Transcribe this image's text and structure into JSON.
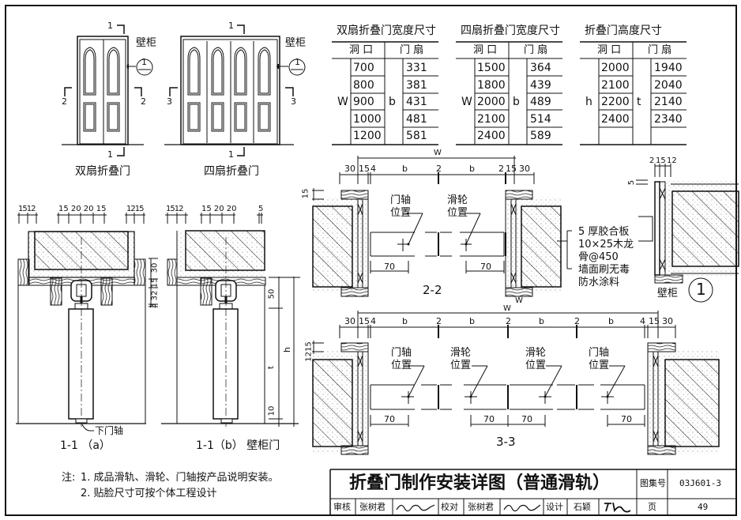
{
  "elevations": {
    "double": {
      "caption": "双扇折叠门",
      "cabinet_label": "壁柜",
      "section_top": "1",
      "section_bottom": "1",
      "section_left": "2",
      "section_right": "2",
      "detail_ref": "1"
    },
    "quad": {
      "caption": "四扇折叠门",
      "cabinet_label": "壁柜",
      "section_top": "1",
      "section_bottom": "1",
      "section_left": "3",
      "section_right": "3",
      "detail_ref": "1"
    }
  },
  "tables": [
    {
      "title": "双扇折叠门宽度尺寸",
      "col1_header": "洞 口",
      "col2_header": "门 扇",
      "opening_symbol": "W",
      "leaf_symbol": "b",
      "rows": [
        [
          "700",
          "331"
        ],
        [
          "800",
          "381"
        ],
        [
          "900",
          "431"
        ],
        [
          "1000",
          "481"
        ],
        [
          "1200",
          "581"
        ]
      ]
    },
    {
      "title": "四扇折叠门宽度尺寸",
      "col1_header": "洞 口",
      "col2_header": "门 扇",
      "opening_symbol": "W",
      "leaf_symbol": "b",
      "rows": [
        [
          "1500",
          "364"
        ],
        [
          "1800",
          "439"
        ],
        [
          "2000",
          "489"
        ],
        [
          "2100",
          "514"
        ],
        [
          "2400",
          "589"
        ]
      ]
    },
    {
      "title": "折叠门高度尺寸",
      "col1_header": "洞 口",
      "col2_header": "门 扇",
      "opening_symbol": "h",
      "leaf_symbol": "t",
      "rows": [
        [
          "2000",
          "1940"
        ],
        [
          "2100",
          "2040"
        ],
        [
          "2200",
          "2140"
        ],
        [
          "2400",
          "2340"
        ],
        [
          "",
          ""
        ]
      ]
    }
  ],
  "section_22": {
    "label": "2-2",
    "overall": "W",
    "dims": [
      "30",
      "15",
      "4",
      "b",
      "2",
      "b",
      "2",
      "15",
      "30"
    ],
    "left_height": "15",
    "pivot_label_1": "门轴",
    "pivot_label_2": "位置",
    "roller_label_1": "滑轮",
    "roller_label_2": "位置",
    "offset_left": "70",
    "offset_right": "70",
    "bottom_w": "W"
  },
  "material_note": [
    "5 厚胶合板",
    "10×25木龙",
    "骨@450",
    "墙面刷无毒",
    "防水涂料"
  ],
  "detail_1": {
    "dims": [
      "2",
      "15",
      "12"
    ],
    "top_dim": "5",
    "label": "壁柜",
    "ref": "1"
  },
  "section_33": {
    "label": "3-3",
    "overall": "W",
    "dims": [
      "30",
      "15",
      "4",
      "b",
      "2",
      "b",
      "2",
      "b",
      "2",
      "b",
      "4",
      "15",
      "30"
    ],
    "left_height": "1215",
    "labels": [
      [
        "门轴",
        "位置"
      ],
      [
        "滑轮",
        "位置"
      ],
      [
        "滑轮",
        "位置"
      ],
      [
        "门轴",
        "位置"
      ]
    ],
    "offsets": [
      "70",
      "70",
      "70",
      "70"
    ]
  },
  "section_11a": {
    "label": "1-1 （a）",
    "top_left_dims": "1512",
    "top_mid_dims": "15 20 20 15",
    "top_right_dims": "1215",
    "side_dims": [
      "30",
      "15",
      "32",
      "3"
    ],
    "bottom_pivot": "下门轴"
  },
  "section_11b": {
    "label": "1-1（b） 壁柜门",
    "top_left_dims": "1512",
    "top_mid_dims": "15 20 20",
    "top_right_dims": "5",
    "side_dims": [
      "50",
      "t",
      "10"
    ],
    "overall": "h"
  },
  "notes": {
    "prefix": "注:",
    "items": [
      "1. 成品滑轨、滑轮、门轴按产品说明安装。",
      "2. 贴脸尺寸可按个体工程设计"
    ]
  },
  "title_block": {
    "title": "折叠门制作安装详图（普通滑轨）",
    "atlas_label": "图集号",
    "atlas_no": "03J601-3",
    "review_label": "审核",
    "reviewer": "张树君",
    "check_label": "校对",
    "checker": "张树君",
    "design_label": "设计",
    "designer": "石颖",
    "page_label": "页",
    "page_no": "49"
  }
}
